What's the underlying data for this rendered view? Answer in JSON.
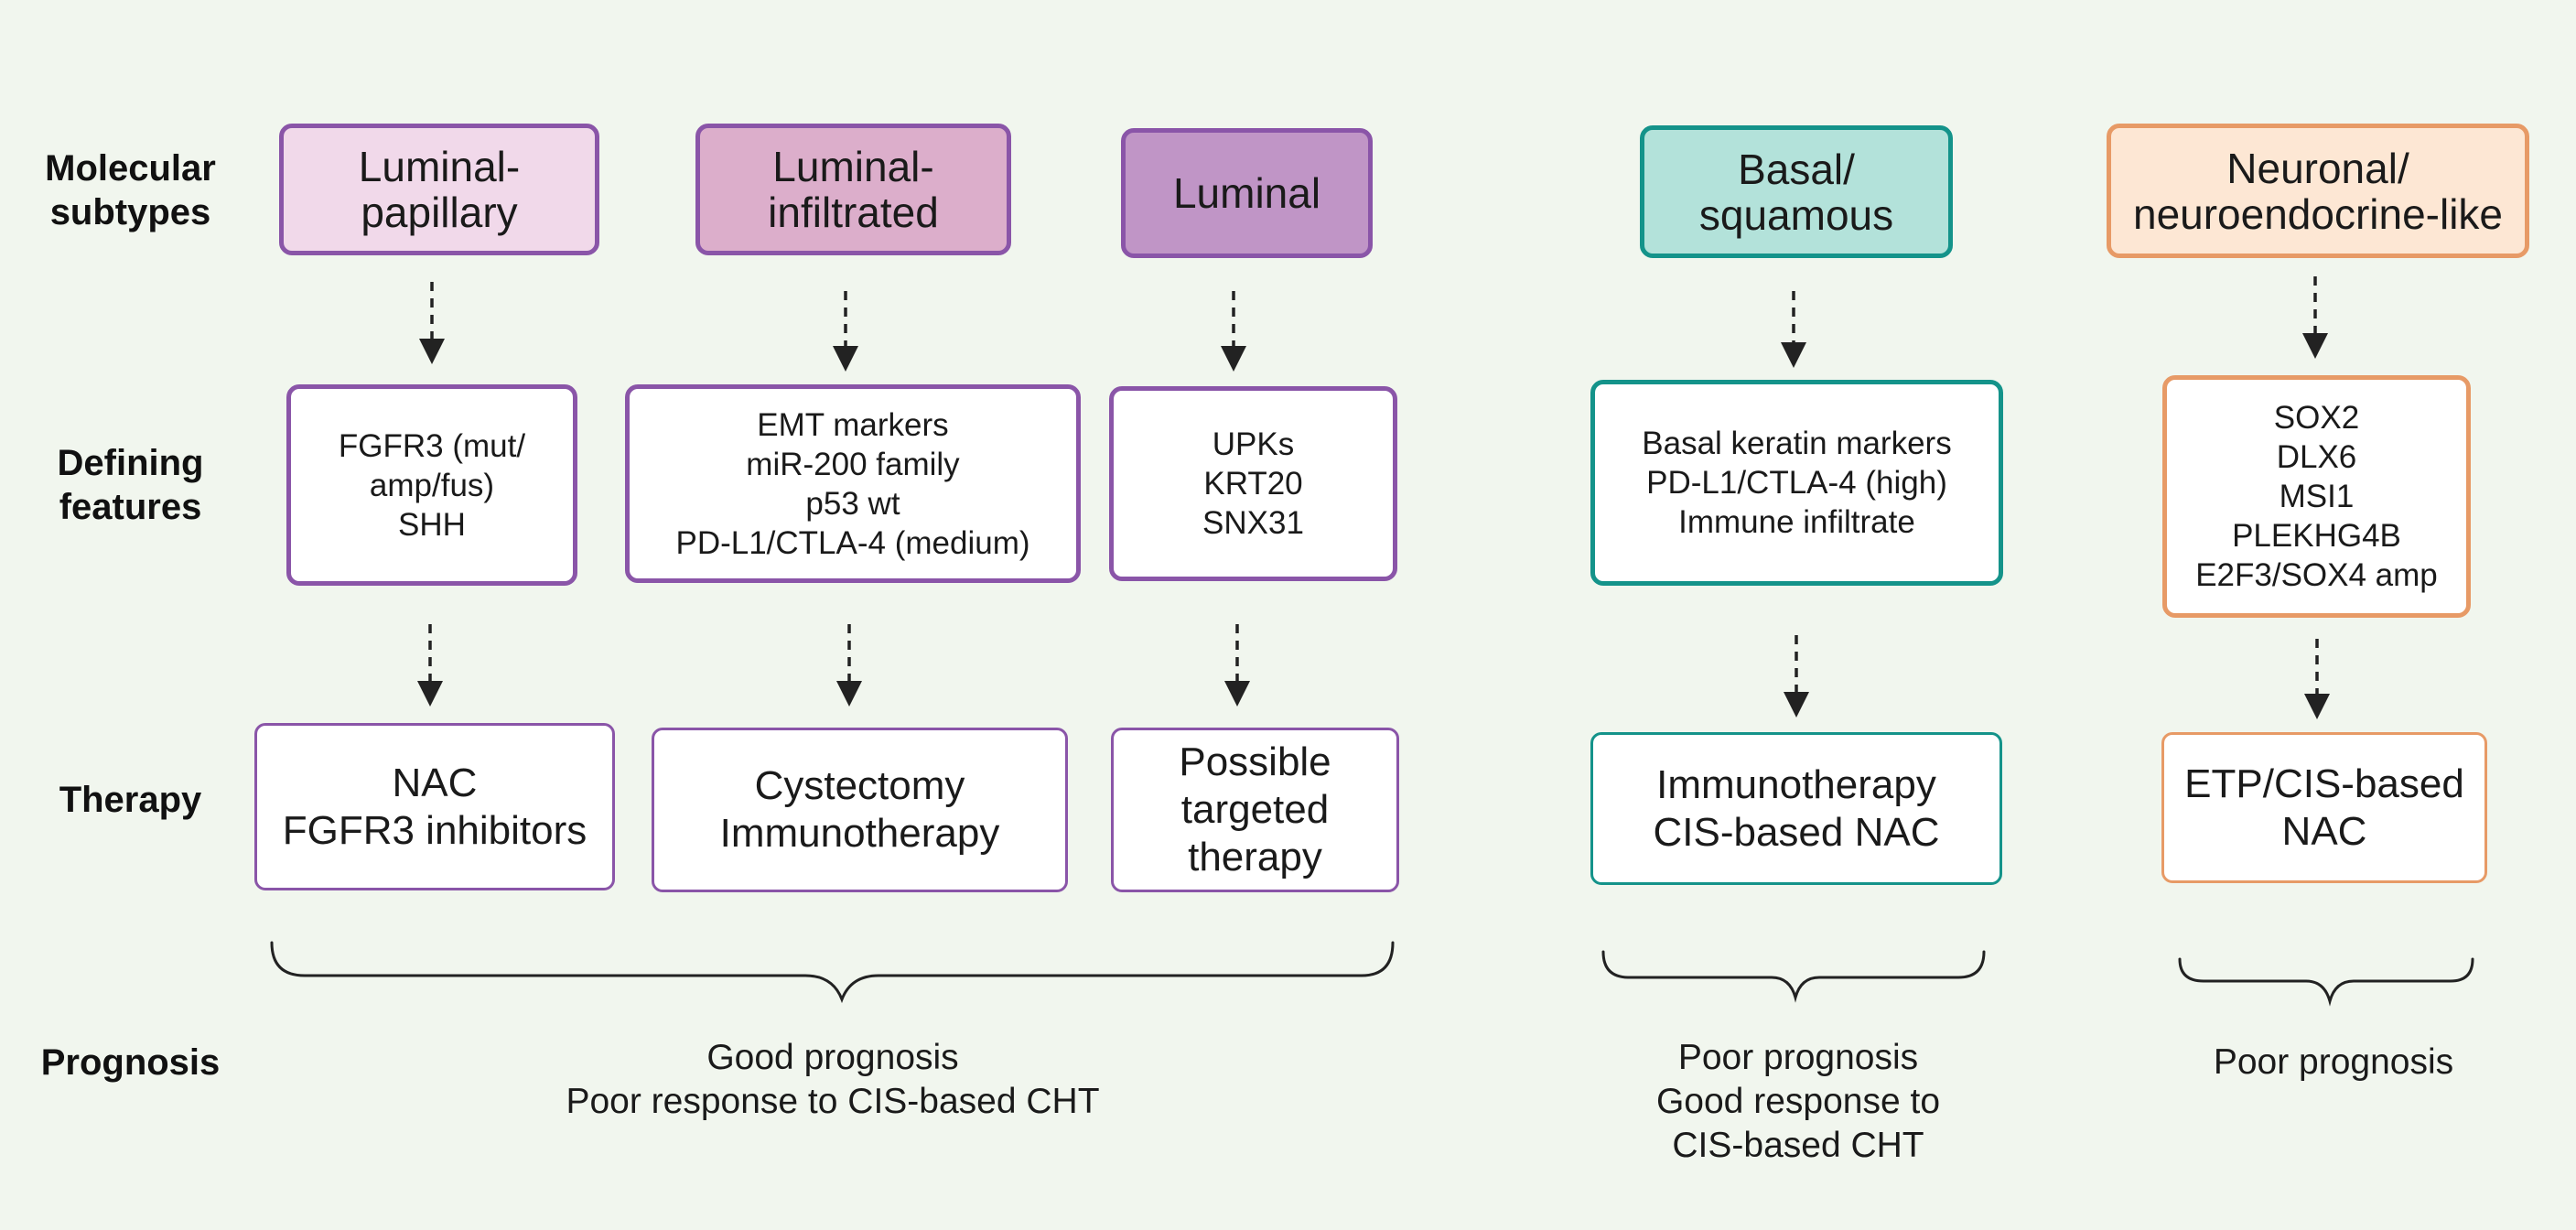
{
  "row_labels": {
    "subtypes": "Molecular\nsubtypes",
    "features": "Defining\nfeatures",
    "therapy": "Therapy",
    "prognosis": "Prognosis"
  },
  "columns": [
    {
      "subtype": "Luminal-\npapillary",
      "features": "FGFR3 (mut/\namp/fus)\nSHH",
      "therapy": "NAC\nFGFR3 inhibitors",
      "colors": {
        "border": "#8a55a8",
        "fill": "#f1d9ea"
      }
    },
    {
      "subtype": "Luminal-\ninfiltrated",
      "features": "EMT markers\nmiR-200 family\np53 wt\nPD-L1/CTLA-4 (medium)",
      "therapy": "Cystectomy\nImmunotherapy",
      "colors": {
        "border": "#8a55a8",
        "fill": "#dcaecb"
      }
    },
    {
      "subtype": "Luminal",
      "features": "UPKs\nKRT20\nSNX31",
      "therapy": "Possible\ntargeted\ntherapy",
      "colors": {
        "border": "#8a55a8",
        "fill": "#c095c6"
      }
    },
    {
      "subtype": "Basal/\nsquamous",
      "features": "Basal keratin markers\nPD-L1/CTLA-4 (high)\nImmune infiltrate",
      "therapy": "Immunotherapy\nCIS-based NAC",
      "colors": {
        "border": "#14938a",
        "fill": "#b3e2da"
      }
    },
    {
      "subtype": "Neuronal/\nneuroendocrine-like",
      "features": "SOX2\nDLX6\nMSI1\nPLEKHG4B\nE2F3/SOX4 amp",
      "therapy": "ETP/CIS-based\nNAC",
      "colors": {
        "border": "#e79a66",
        "fill": "#fde7d4"
      }
    }
  ],
  "prognosis": [
    "Good prognosis\nPoor response to CIS-based CHT",
    "Poor prognosis\nGood response to\nCIS-based CHT",
    "Poor prognosis"
  ]
}
